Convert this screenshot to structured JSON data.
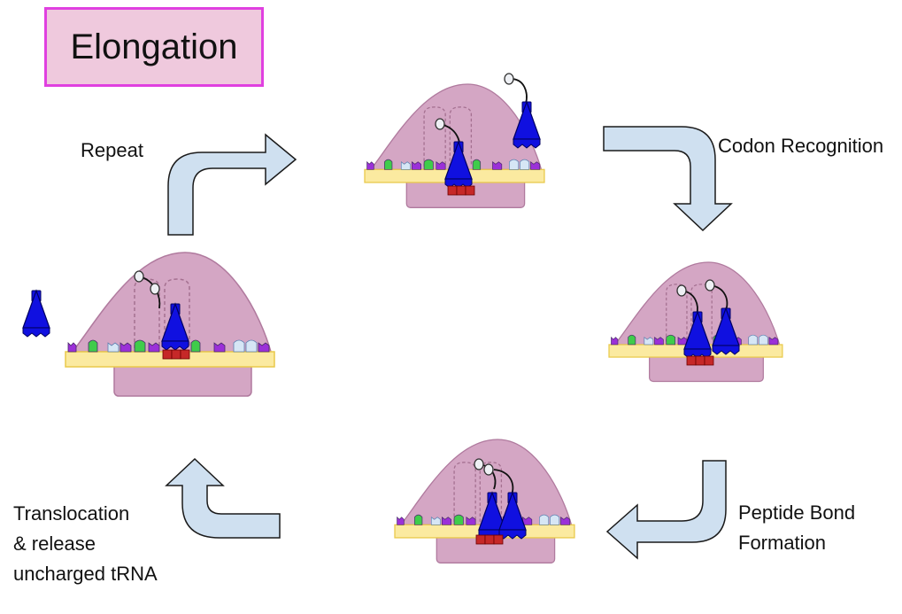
{
  "title": "Elongation",
  "steps": {
    "repeat": "Repeat",
    "codon_recognition": "Codon Recognition",
    "peptide_line1": "Peptide Bond",
    "peptide_line2": "Formation",
    "translocation_line1": "Translocation",
    "translocation_line2": "& release",
    "translocation_line3": "uncharged tRNA"
  },
  "colors": {
    "ribosome": "#d4a6c4",
    "ribosome_edge": "#b07a9e",
    "mrna": "#fbeaa0",
    "mrna_edge": "#e9c94a",
    "trna": "#1010e0",
    "anticodon": "#c62828",
    "codon_purple": "#9b30d8",
    "codon_green": "#3fcc4a",
    "codon_light": "#d6e6f5",
    "arrow_fill": "#cfe0f0",
    "arrow_edge": "#1a1a1a",
    "title_fill": "#efc9dd",
    "title_border": "#e040e0"
  }
}
